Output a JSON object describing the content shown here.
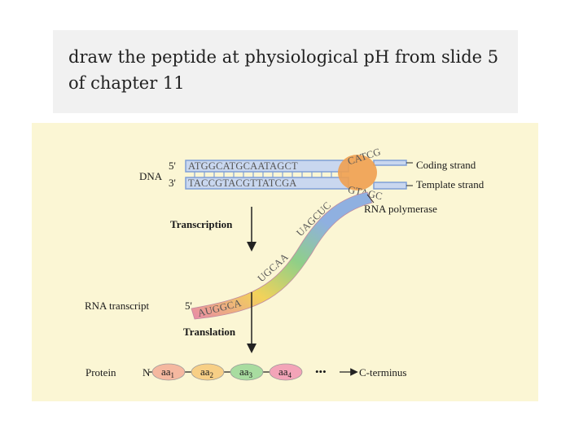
{
  "question": {
    "text": "draw the peptide at physiological pH from slide 5 of chapter 11"
  },
  "figure": {
    "dna_label": "DNA",
    "five_prime": "5'",
    "three_prime": "3'",
    "coding_seq": "ATGGCATGCAATAGCT",
    "coding_bubble_seq": "CATCG",
    "template_seq": "TACCGTACGTTATCGA",
    "template_bubble_seq": "GTAGC",
    "rna_upper_seq": "UAGCUC",
    "rna_mid_seq": "UGCAA",
    "rna_lower_seq": "AUGGCA",
    "coding_strand_label": "Coding strand",
    "template_strand_label": "Template strand",
    "rna_polymerase_label": "RNA polymerase",
    "transcription_label": "Transcription",
    "rna_transcript_label": "RNA transcript",
    "rna_five_prime": "5'",
    "translation_label": "Translation",
    "protein_label": "Protein",
    "n_terminus": "N",
    "amino_acids": [
      {
        "base": "aa",
        "sub": "1",
        "color": "#f5b8a0"
      },
      {
        "base": "aa",
        "sub": "2",
        "color": "#f7cf86"
      },
      {
        "base": "aa",
        "sub": "3",
        "color": "#a8dca0"
      },
      {
        "base": "aa",
        "sub": "4",
        "color": "#f3a4b8"
      }
    ],
    "ellipsis": "•••",
    "c_terminus": "C-terminus",
    "colors": {
      "strand_blue": "#7f9fd6",
      "strand_fill": "#c9d7ef",
      "polymerase": "#f0a050",
      "rna_pink": "#e88aa8",
      "rna_yellow": "#f2d25a",
      "rna_green": "#8fcf88",
      "rna_blue": "#8fb0e0"
    }
  }
}
